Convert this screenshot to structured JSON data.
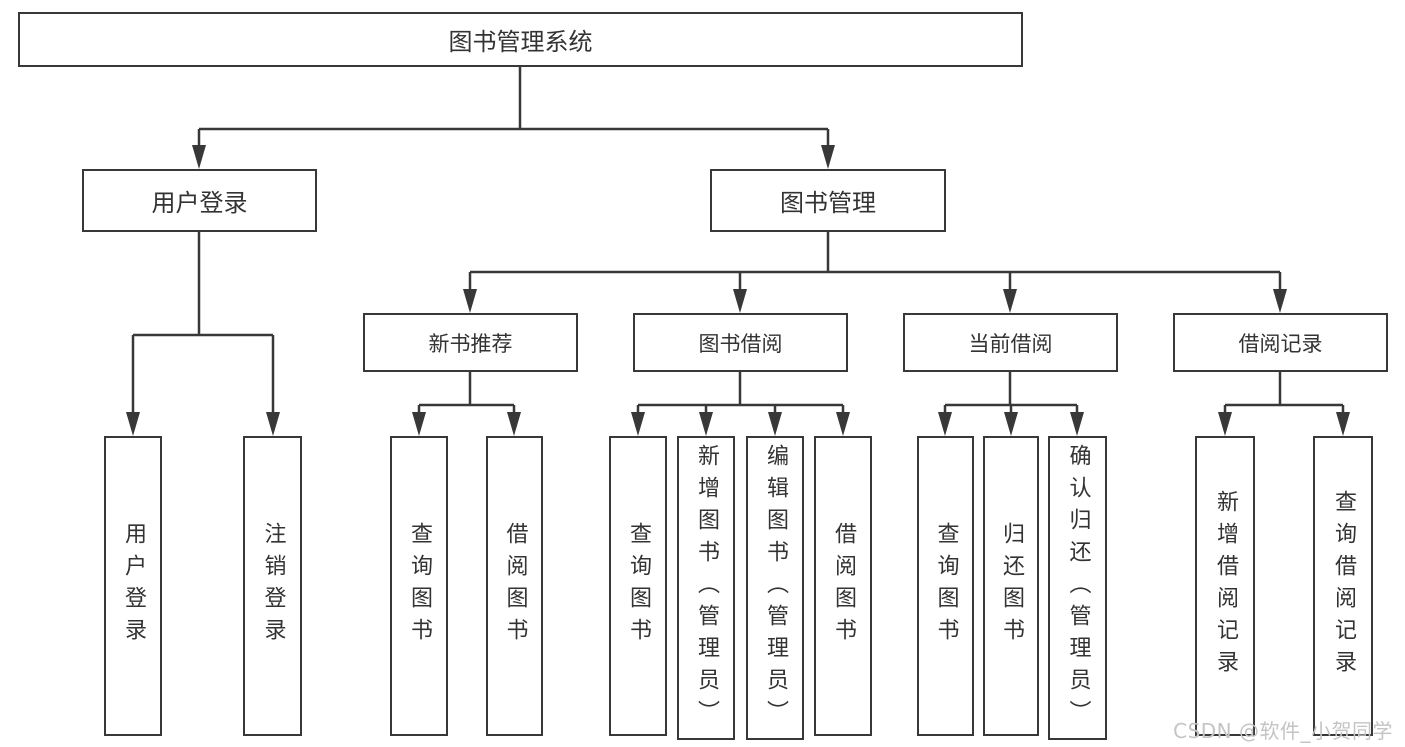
{
  "nodes": {
    "root": "图书管理系统",
    "user_login": "用户登录",
    "book_management": "图书管理",
    "new_book_recommend": "新书推荐",
    "book_borrow": "图书借阅",
    "current_borrow": "当前借阅",
    "borrow_record": "借阅记录",
    "leaf_user_login": "用户登录",
    "leaf_logout": "注销登录",
    "leaf_nb_query_book": "查询图书",
    "leaf_nb_borrow_book": "借阅图书",
    "leaf_bb_query_book": "查询图书",
    "leaf_bb_add_book": "新增图书（管理员）",
    "leaf_bb_edit_book": "编辑图书（管理员）",
    "leaf_bb_borrow_book": "借阅图书",
    "leaf_cb_query_book": "查询图书",
    "leaf_cb_return_book": "归还图书",
    "leaf_cb_confirm_return": "确认归还（管理员）",
    "leaf_br_add_record": "新增借阅记录",
    "leaf_br_query_record": "查询借阅记录"
  },
  "watermark": "CSDN @软件_小贺同学",
  "colors": {
    "line": "#383838",
    "text": "#333333",
    "watermark": "#c4c4c4",
    "background": "#ffffff"
  }
}
